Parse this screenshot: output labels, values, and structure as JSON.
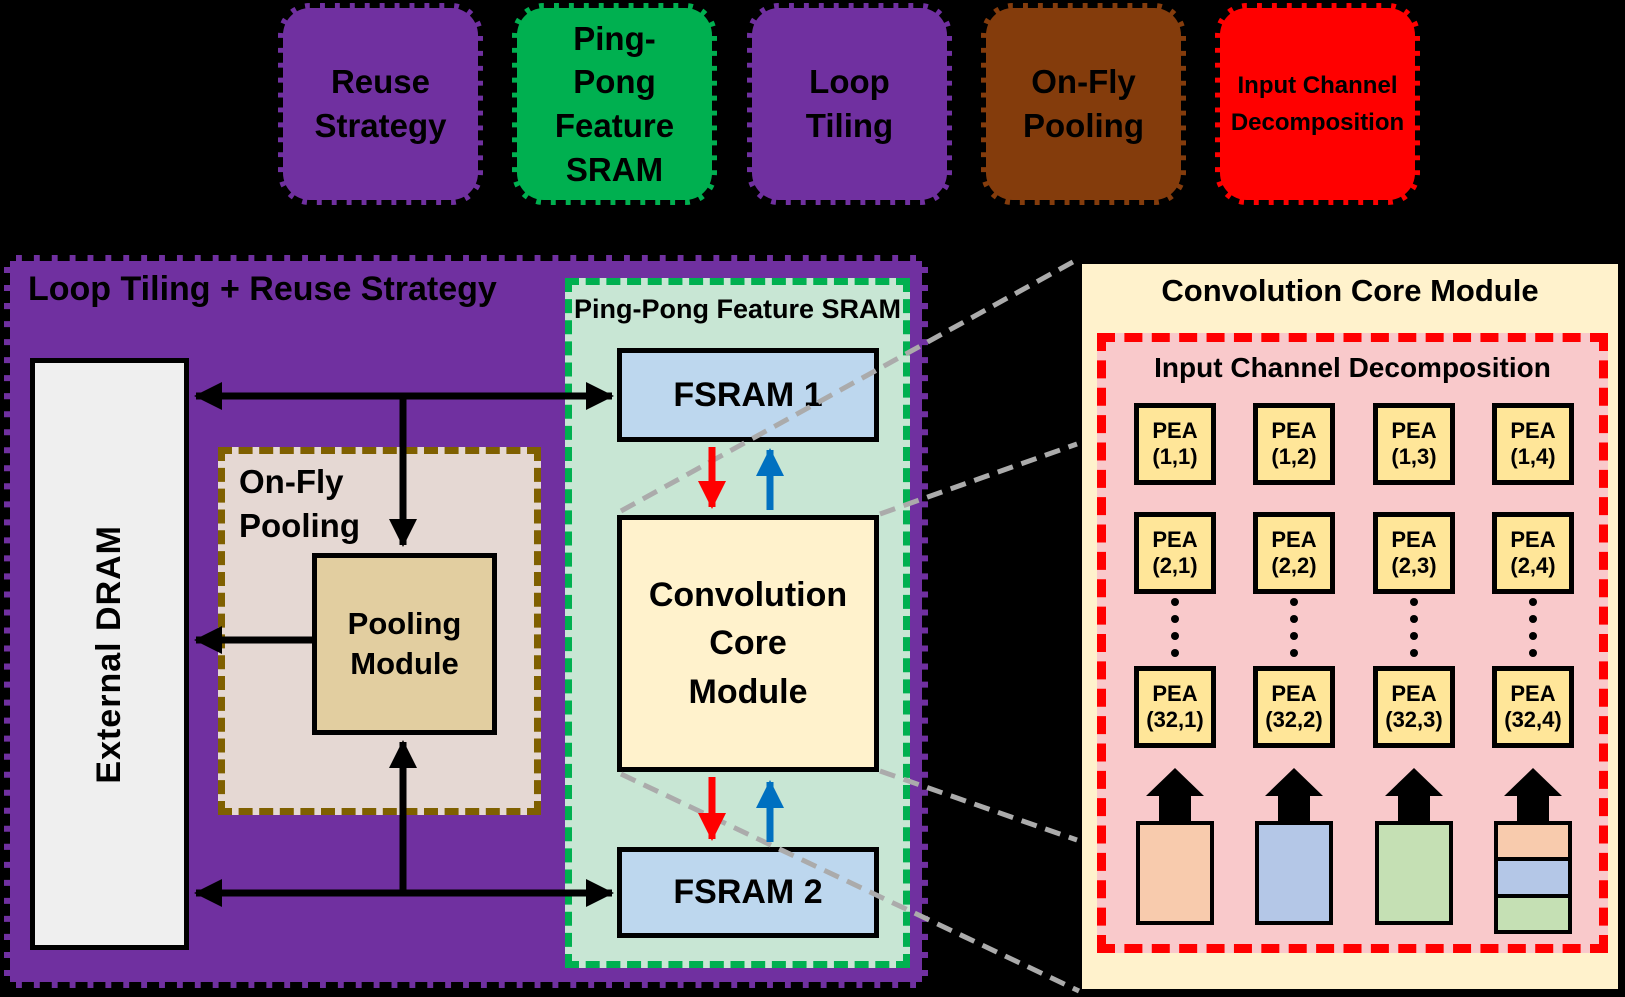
{
  "legend": {
    "items": [
      {
        "label": "Reuse Strategy",
        "color": "#7030A0"
      },
      {
        "label": "Ping-Pong Feature SRAM",
        "color": "#00B050"
      },
      {
        "label": "Loop Tiling",
        "color": "#7030A0"
      },
      {
        "label": "On-Fly Pooling",
        "color": "#843C0C"
      },
      {
        "label": "Input Channel Decomposition",
        "color": "#FF0000"
      }
    ]
  },
  "left_diagram": {
    "title": "Loop Tiling + Reuse Strategy",
    "dram_label": "External DRAM",
    "onfly": {
      "title_lines": [
        "On-Fly",
        "Pooling"
      ],
      "module_lines": [
        "Pooling",
        "Module"
      ]
    },
    "pingpong": {
      "title": "Ping-Pong Feature SRAM",
      "fsram1_label": "FSRAM 1",
      "core_lines": [
        "Convolution",
        "Core",
        "Module"
      ],
      "fsram2_label": "FSRAM 2"
    }
  },
  "right_panel": {
    "title": "Convolution Core Module",
    "decomposition_title": "Input Channel Decomposition",
    "pea_label": "PEA",
    "pea_rows": [
      [
        "(1,1)",
        "(1,2)",
        "(1,3)",
        "(1,4)"
      ],
      [
        "(2,1)",
        "(2,2)",
        "(2,3)",
        "(2,4)"
      ],
      [
        "(32,1)",
        "(32,2)",
        "(32,3)",
        "(32,4)"
      ]
    ]
  },
  "colors": {
    "background": "#000000",
    "purple": "#7030A0",
    "green": "#00B050",
    "brown": "#843C0C",
    "red": "#FF0000",
    "mint_bg": "#C8E6D4",
    "sram_blue": "#BDD7EE",
    "core_yellow": "#FFF2CC",
    "pea_yellow": "#FFE699",
    "pink_bg": "#F9C9CB",
    "onfly_bg": "#E5D8D3",
    "olive_border": "#7F6000",
    "pooling_tan": "#E2CEA0",
    "dram_gray": "#EFEFEF",
    "buffer_peach": "#F8CBAD",
    "buffer_blue": "#B4C7E7",
    "buffer_green": "#C5E0B4",
    "write_arrow_red": "#FF0000",
    "read_arrow_blue": "#0070C0",
    "callout_gray": "#ABABAB"
  }
}
